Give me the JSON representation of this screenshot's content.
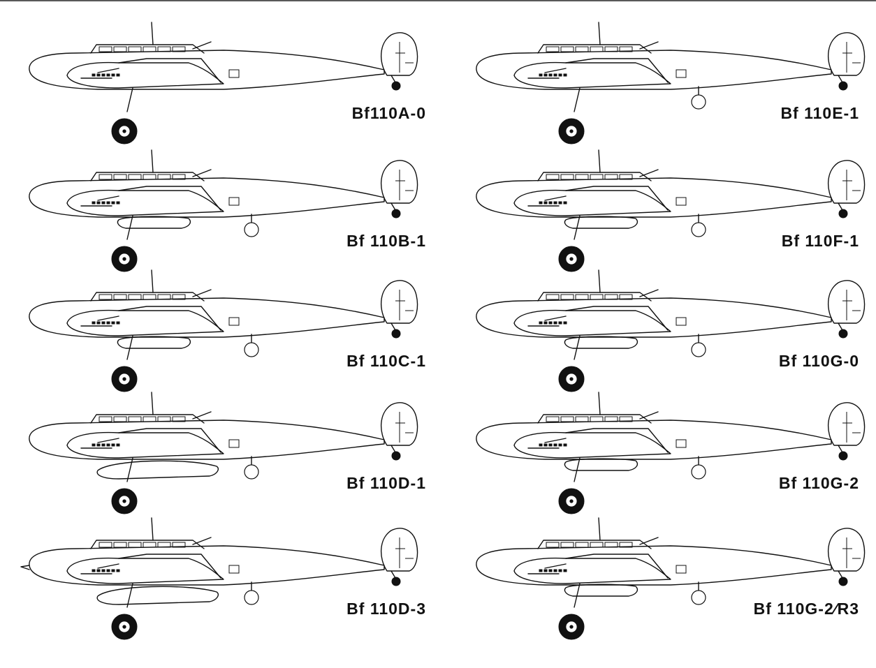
{
  "variants": [
    {
      "label": "Bf110A-0"
    },
    {
      "label": "Bf 110E-1"
    },
    {
      "label": "Bf 110B-1"
    },
    {
      "label": "Bf 110F-1"
    },
    {
      "label": "Bf 110C-1"
    },
    {
      "label": "Bf 110G-0"
    },
    {
      "label": "Bf 110D-1"
    },
    {
      "label": "Bf 110G-2"
    },
    {
      "label": "Bf 110D-3"
    },
    {
      "label": "Bf 110G-2∕R3"
    }
  ],
  "features": [
    {
      "underwing_stores": false,
      "ventral_tank": false,
      "long_nose_cone": false,
      "ventral_pack": false
    },
    {
      "underwing_stores": true,
      "ventral_tank": false,
      "long_nose_cone": false,
      "ventral_pack": false
    },
    {
      "underwing_stores": true,
      "ventral_tank": false,
      "long_nose_cone": false,
      "ventral_pack": true
    },
    {
      "underwing_stores": true,
      "ventral_tank": false,
      "long_nose_cone": false,
      "ventral_pack": true
    },
    {
      "underwing_stores": true,
      "ventral_tank": false,
      "long_nose_cone": false,
      "ventral_pack": true
    },
    {
      "underwing_stores": true,
      "ventral_tank": false,
      "long_nose_cone": false,
      "ventral_pack": true
    },
    {
      "underwing_stores": true,
      "ventral_tank": true,
      "long_nose_cone": false,
      "ventral_pack": false
    },
    {
      "underwing_stores": true,
      "ventral_tank": false,
      "long_nose_cone": false,
      "ventral_pack": true
    },
    {
      "underwing_stores": true,
      "ventral_tank": true,
      "long_nose_cone": true,
      "ventral_pack": false
    },
    {
      "underwing_stores": true,
      "ventral_tank": false,
      "long_nose_cone": false,
      "ventral_pack": true
    }
  ]
}
